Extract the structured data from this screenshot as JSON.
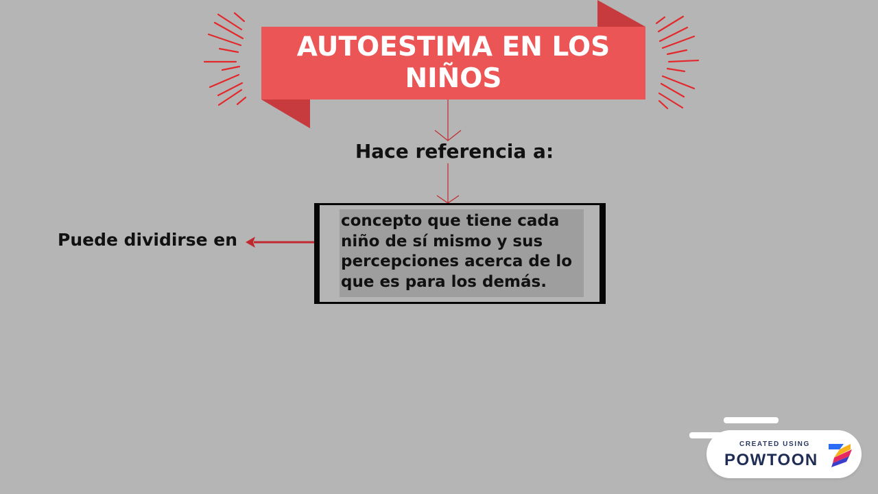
{
  "title": "AUTOESTIMA EN LOS NIÑOS",
  "subtitle": "Hace referencia a:",
  "concept": "concepto que tiene cada niño de sí mismo y sus percepciones acerca de lo que es para los demás.",
  "side_label": "Puede dividirse en",
  "badge": {
    "small_text": "CREATED USING",
    "big_text": "POWTOON"
  },
  "colors": {
    "background": "#b5b5b5",
    "banner": "#eb5555",
    "banner_fold": "#c73a3d",
    "arrow": "#c0282d",
    "text": "#111111"
  }
}
